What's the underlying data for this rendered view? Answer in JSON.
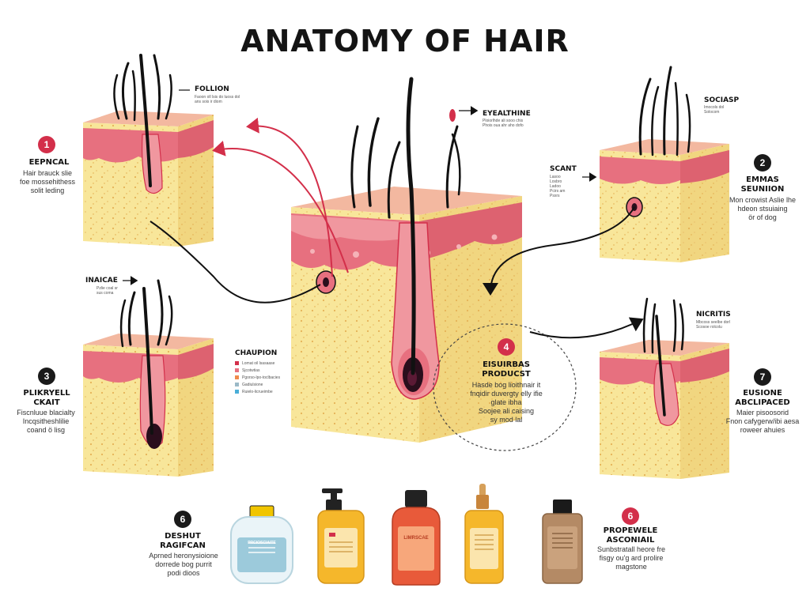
{
  "title": "ANATOMY OF HAIR",
  "colors": {
    "skin": "#f3b8a0",
    "dermis": "#e7707f",
    "fat": "#f8e69a",
    "fat_dot": "#e8b95a",
    "hair": "#111111",
    "accent_red": "#d32f4a"
  },
  "sections": [
    {
      "badge": "1",
      "badge_style": "red",
      "title": "EEPNCAL",
      "desc": [
        "Hair brauck slie",
        "foe mossehithess",
        "solit leding"
      ]
    },
    {
      "badge": "2",
      "badge_style": "dark",
      "title": "EMMAS\nSEUNIION",
      "desc": [
        "Mon crowist Aslie lhe",
        "hdeon stsuiaing",
        "ör of dog"
      ]
    },
    {
      "badge": "3",
      "badge_style": "dark",
      "title": "PLIKRYELL\nCKAIT",
      "desc": [
        "Fiscnluue blacialty",
        "Incqsitheshlilie",
        "coand ö lisg"
      ]
    },
    {
      "badge": "4",
      "badge_style": "red",
      "title": "EISUIRBAS\nPRODUCST",
      "desc": [
        "Hasde bog lioithnair it",
        "fnqidir duvergty elly ifie",
        "glate ibha",
        "Soojee ali caising",
        "sy mod lal"
      ]
    },
    {
      "badge": "7",
      "badge_style": "dark",
      "title": "EUSIONE\nABCLIPACED",
      "desc": [
        "Maier pisoosorid",
        "Fnon cafygerw/ibi aesa",
        "roweer ahuies"
      ]
    },
    {
      "badge": "6",
      "badge_style": "dark",
      "title": "DESHUT\nRAGIFCAN",
      "desc": [
        "Aprned heronysioione",
        "dorrede bog purrit",
        "podi dioos"
      ]
    },
    {
      "badge": "6",
      "badge_style": "red",
      "title": "PROPEWELE\nASCONIAIL",
      "desc": [
        "Sunbstratall heore fre",
        "fisgy ou'g ard prolire",
        "magstone"
      ]
    }
  ],
  "callouts": [
    {
      "title": "FOLLION",
      "lines": [
        "Faoon oll lsis do luoss dol",
        "ans sois ir diom"
      ]
    },
    {
      "title": "EYEALTHINE",
      "lines": [
        "Ploiorlhde ali sooo chis",
        "Phois oua ahr aho dofo"
      ]
    },
    {
      "title": "SOCIASP",
      "lines": [
        "Imocols dol",
        "Solocom"
      ]
    },
    {
      "title": "SCANT",
      "lines": [
        "Lasoo",
        "Losbro",
        "Ladoo",
        "Pcirs am",
        "Psxrs"
      ]
    },
    {
      "title": "INAICAE",
      "lines": [
        "Pzlie coal sr",
        "sus coma"
      ]
    },
    {
      "title": "NICRITIS",
      "lines": [
        "Mbcoss seelbe dorl",
        "Scosoe rolcolu"
      ]
    }
  ],
  "legend": {
    "title": "CHAUPION",
    "items": [
      {
        "label": "Lomat oil lsasaase",
        "color": "#d32f4a"
      },
      {
        "label": "Sjcotwtias",
        "color": "#e7707f"
      },
      {
        "label": "Pgorso-lpo-toclbacies",
        "color": "#f08a4b"
      },
      {
        "label": "Gadiulsione",
        "color": "#9bb9c7"
      },
      {
        "label": "Ruielo-licrueimbe",
        "color": "#4aaed8"
      }
    ]
  },
  "products": [
    {
      "kind": "jar",
      "label": "PRCIOSCIAITE"
    },
    {
      "kind": "pump-bottle",
      "label": ""
    },
    {
      "kind": "bottle",
      "label": "LIMRSCAE"
    },
    {
      "kind": "dropper-bottle",
      "label": ""
    },
    {
      "kind": "bottle",
      "label": ""
    }
  ]
}
